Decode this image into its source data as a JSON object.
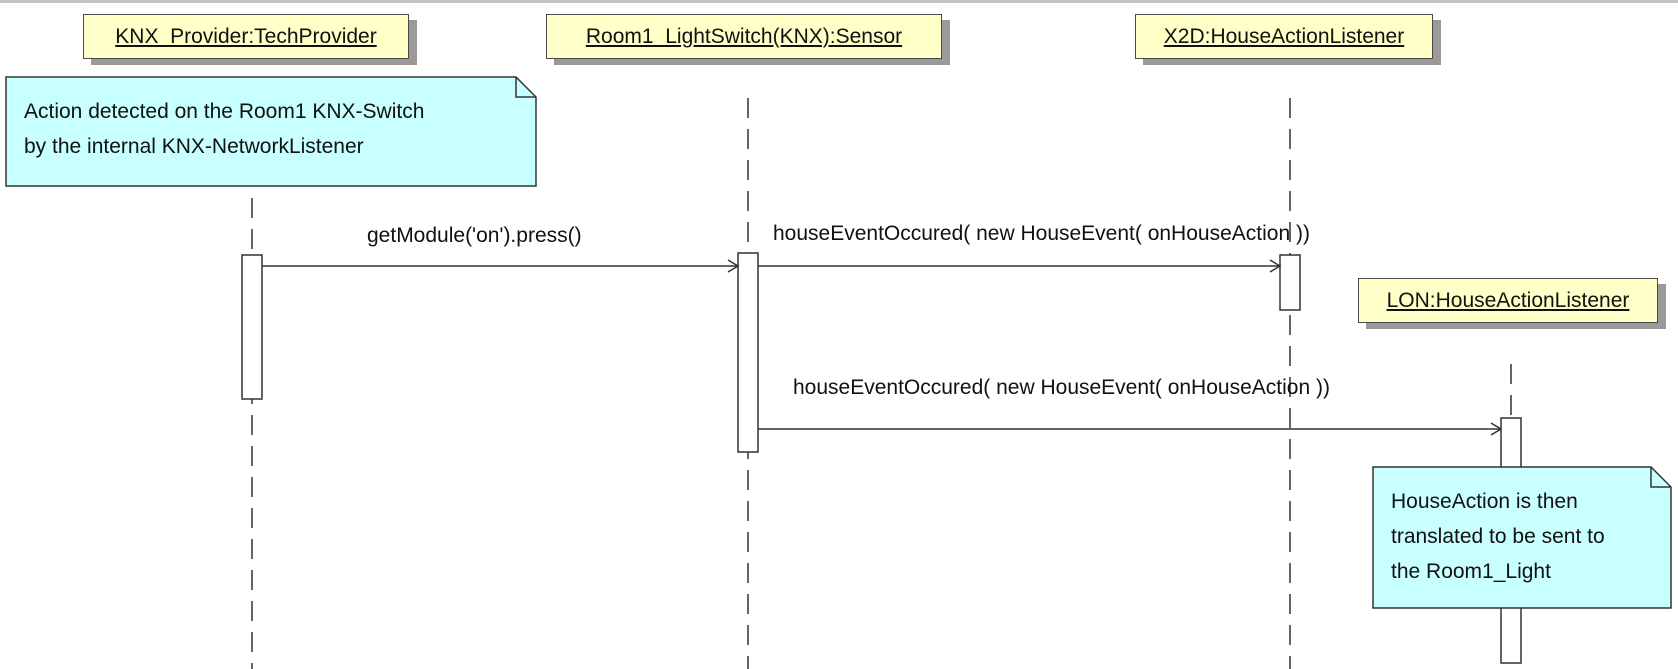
{
  "participants": {
    "knx_provider": "KNX_Provider:TechProvider",
    "room1_switch": "Room1_LightSwitch(KNX):Sensor",
    "x2d_listener": "X2D:HouseActionListener",
    "lon_listener": "LON:HouseActionListener"
  },
  "messages": {
    "get_module": "getModule('on').press()",
    "event_to_x2d": "houseEventOccured( new HouseEvent( onHouseAction ))",
    "event_to_lon": "houseEventOccured( new HouseEvent( onHouseAction ))"
  },
  "notes": {
    "knx_detect": "Action detected on the Room1 KNX-Switch\nby the internal KNX-NetworkListener",
    "lon_translate": "HouseAction is then\ntranslated to be sent to\nthe Room1_Light"
  },
  "colors": {
    "participant_fill": "#ffffc8",
    "note_fill": "#c8ffff",
    "line": "#333333",
    "shadow": "#9a9a9a"
  }
}
